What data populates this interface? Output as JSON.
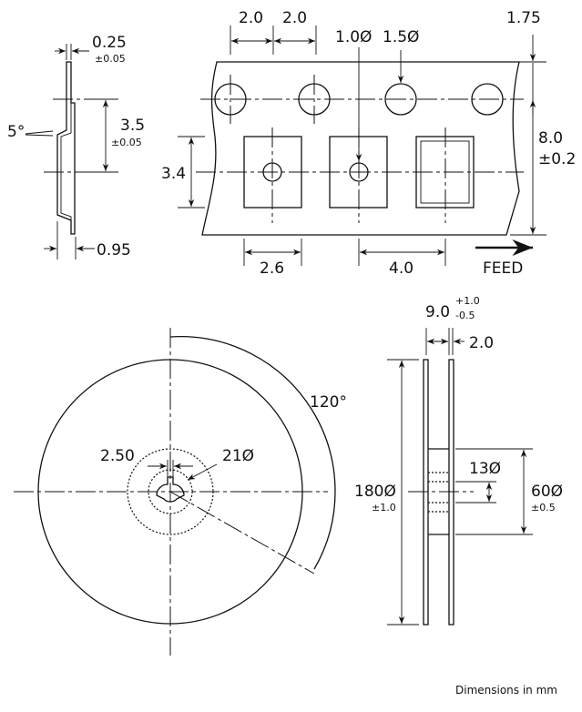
{
  "tape_side_view": {
    "thickness": "0.25",
    "thickness_tol": "±0.05",
    "pitch": "3.5",
    "pitch_tol": "±0.05",
    "angle": "5°",
    "depth": "0.95"
  },
  "tape_top_view": {
    "sprocket_pitch_a": "2.0",
    "sprocket_pitch_b": "2.0",
    "pocket_hole_dia": "1.0Ø",
    "sprocket_hole_dia": "1.5Ø",
    "edge_offset": "1.75",
    "tape_width": "8.0",
    "tape_width_tol": "±0.2",
    "pocket_length": "3.4",
    "pocket_width": "2.6",
    "pocket_pitch": "4.0",
    "feed_label": "FEED"
  },
  "reel_front_view": {
    "angle": "120°",
    "slot_width": "2.50",
    "inner_dia": "21Ø"
  },
  "reel_side_view": {
    "width": "9.0",
    "width_tol_plus": "+1.0",
    "width_tol_minus": "-0.5",
    "flange_thickness": "2.0",
    "hub_hole_dia": "13Ø",
    "reel_dia": "180Ø",
    "reel_dia_tol": "±1.0",
    "hub_dia": "60Ø",
    "hub_dia_tol": "±0.5"
  },
  "footer": {
    "note": "Dimensions in mm"
  }
}
